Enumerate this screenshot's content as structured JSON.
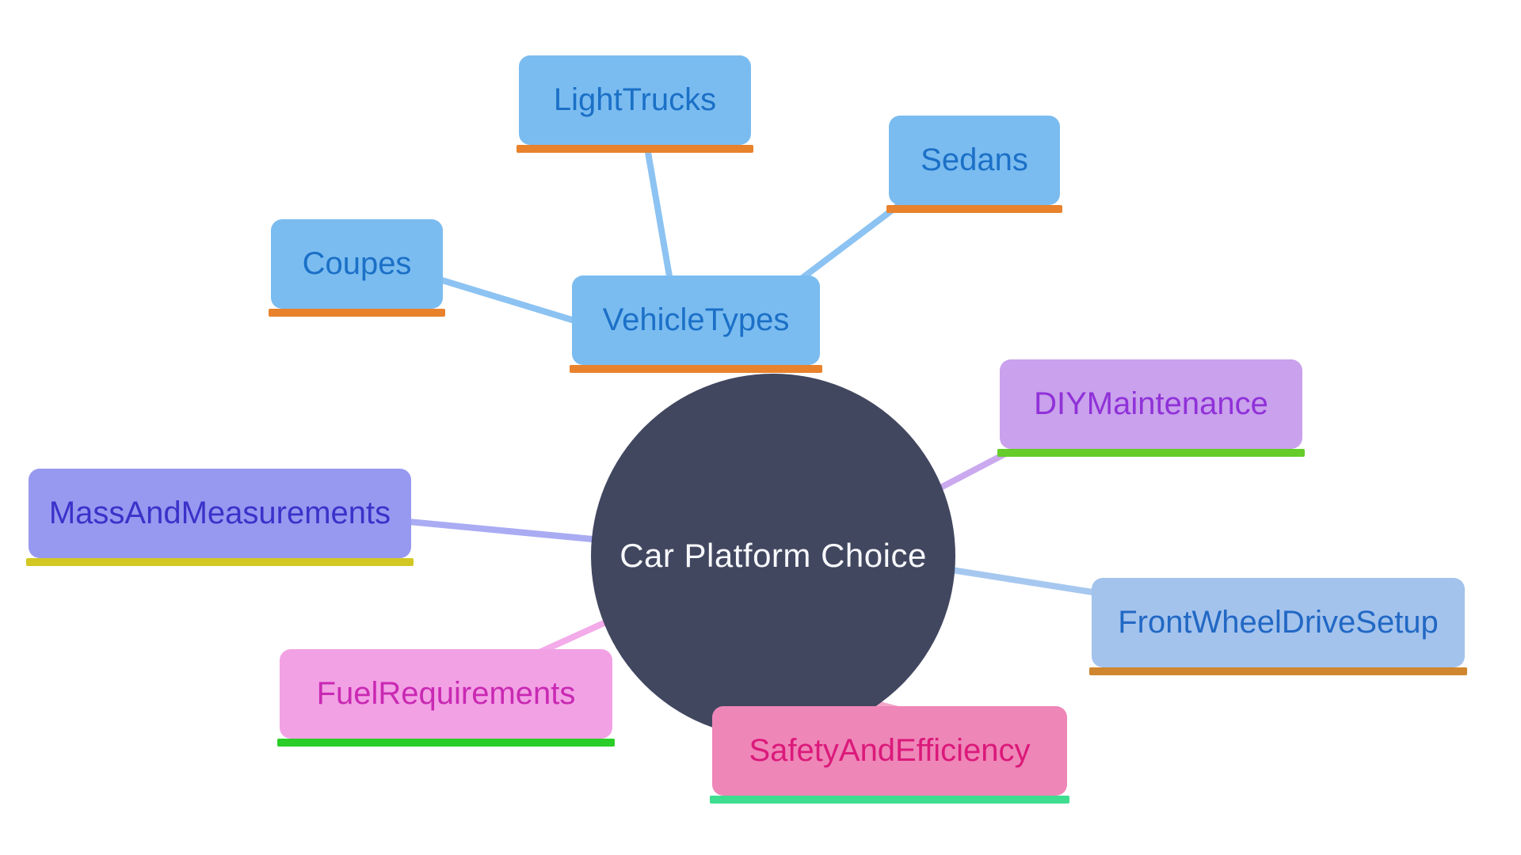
{
  "diagram": {
    "type": "mindmap",
    "nodes": {
      "root": {
        "label": "Car Platform Choice",
        "shape": "circle",
        "fill": "#424760",
        "text_color": "#f7f8fb"
      },
      "vehicle_types": {
        "label": "VehicleTypes",
        "fill": "#7bbcf0",
        "text_color": "#1b70c7",
        "underline_color": "#e8822c"
      },
      "light_trucks": {
        "label": "LightTrucks",
        "fill": "#7bbcf0",
        "text_color": "#1b70c7",
        "underline_color": "#e8822c"
      },
      "sedans": {
        "label": "Sedans",
        "fill": "#7bbcf0",
        "text_color": "#1b70c7",
        "underline_color": "#e8822c"
      },
      "coupes": {
        "label": "Coupes",
        "fill": "#7bbcf0",
        "text_color": "#1b70c7",
        "underline_color": "#e8822c"
      },
      "diy_maintenance": {
        "label": "DIYMaintenance",
        "fill": "#c9a1ec",
        "text_color": "#9031d8",
        "underline_color": "#66cc29"
      },
      "mass_and_measurements": {
        "label": "MassAndMeasurements",
        "fill": "#9799f0",
        "text_color": "#3c31c9",
        "underline_color": "#d3c724"
      },
      "front_wheel_drive_setup": {
        "label": "FrontWheelDriveSetup",
        "fill": "#a3c3ed",
        "text_color": "#2268c4",
        "underline_color": "#d0862f"
      },
      "fuel_requirements": {
        "label": "FuelRequirements",
        "fill": "#f2a1e5",
        "text_color": "#c929b3",
        "underline_color": "#2bcd28"
      },
      "safety_and_efficiency": {
        "label": "SafetyAndEfficiency",
        "fill": "#ee86b8",
        "text_color": "#db197a",
        "underline_color": "#3edd90"
      }
    },
    "edges": [
      {
        "from": "Car Platform Choice",
        "to": "VehicleTypes",
        "color": "#8cc3f2"
      },
      {
        "from": "VehicleTypes",
        "to": "LightTrucks",
        "color": "#8cc3f2"
      },
      {
        "from": "VehicleTypes",
        "to": "Sedans",
        "color": "#8cc3f2"
      },
      {
        "from": "VehicleTypes",
        "to": "Coupes",
        "color": "#8cc3f2"
      },
      {
        "from": "Car Platform Choice",
        "to": "DIYMaintenance",
        "color": "#cba9ef"
      },
      {
        "from": "Car Platform Choice",
        "to": "MassAndMeasurements",
        "color": "#a9abf3"
      },
      {
        "from": "Car Platform Choice",
        "to": "FrontWheelDriveSetup",
        "color": "#a6c8f0"
      },
      {
        "from": "Car Platform Choice",
        "to": "FuelRequirements",
        "color": "#f3abe9"
      },
      {
        "from": "Car Platform Choice",
        "to": "SafetyAndEfficiency",
        "color": "#f2a6ca"
      }
    ],
    "background_color": "#ffffff"
  }
}
